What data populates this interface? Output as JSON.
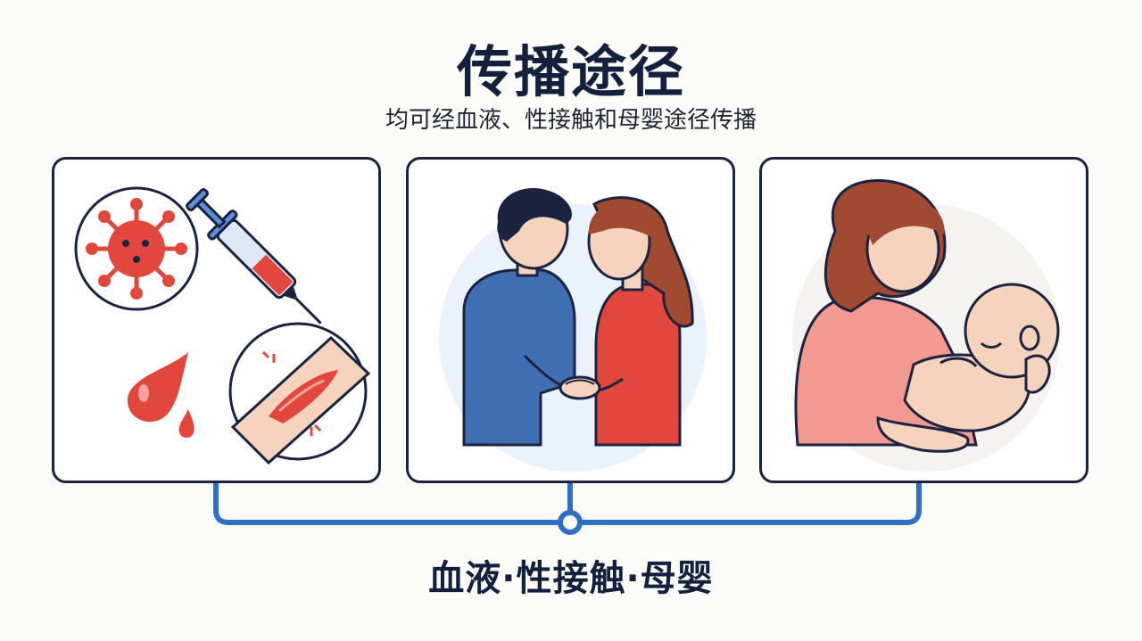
{
  "header": {
    "title": "传播途径",
    "subtitle": "均可经血液、性接触和母婴途径传播"
  },
  "panels": [
    {
      "id": "blood"
    },
    {
      "id": "sexual"
    },
    {
      "id": "mother-infant"
    }
  ],
  "footer": {
    "label": "血液·性接触·母婴"
  },
  "colors": {
    "navy": "#1b2340",
    "red": "#e2473d",
    "blue": "#3f6eb2",
    "connector": "#2f6fc4",
    "skin": "#f6d3bd",
    "pink": "#f29a92"
  }
}
